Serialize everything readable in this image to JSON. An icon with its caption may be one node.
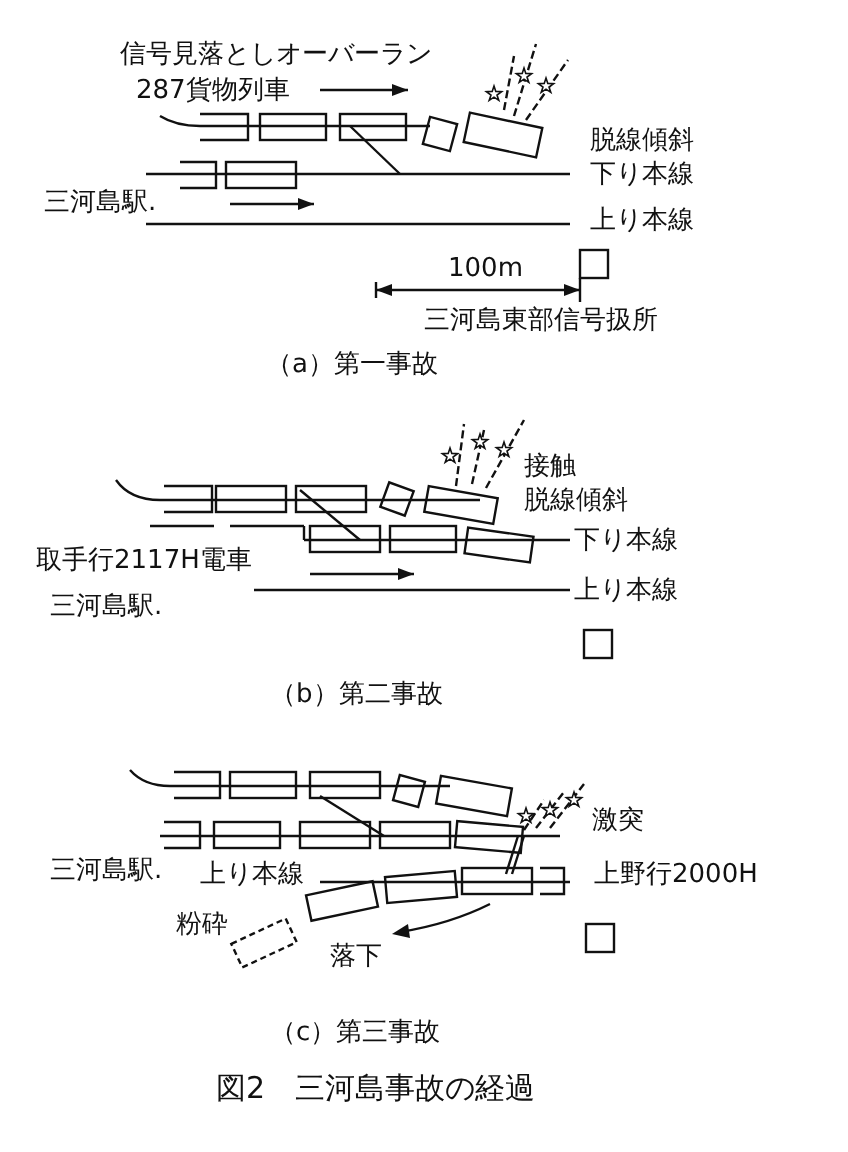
{
  "diagram": {
    "caption": "図2　三河島事故の経過",
    "labels": [
      "信号見落としオーバーラン",
      "287貨物列車",
      "脱線傾斜",
      "下り本線",
      "三河島駅.",
      "上り本線",
      "100m",
      "三河島東部信号扱所",
      "（a）第一事故",
      "接触",
      "脱線傾斜",
      "取手行2117H電車",
      "下り本線",
      "上り本線",
      "三河島駅.",
      "（b）第二事故",
      "激突",
      "三河島駅.",
      "上り本線",
      "上野行2000H",
      "粉砕",
      "落下",
      "（c）第三事故"
    ]
  }
}
